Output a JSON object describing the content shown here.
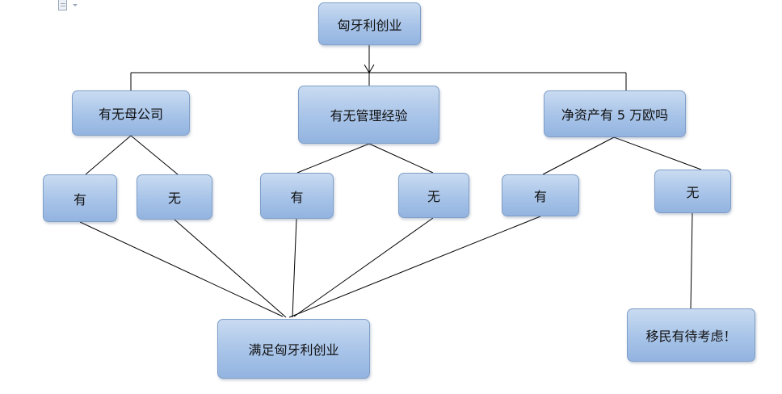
{
  "nodes": {
    "root": "匈牙利创业",
    "parent_company": "有无母公司",
    "management_experience": "有无管理经验",
    "net_assets": "净资产有 5 万欧吗",
    "pc_yes": "有",
    "pc_no": "无",
    "me_yes": "有",
    "me_no": "无",
    "na_yes": "有",
    "na_no": "无",
    "eligible": "满足匈牙利创业",
    "immigration_pending": "移民有待考虑！"
  },
  "colors": {
    "box_top": "#c9dbf1",
    "box_bottom": "#93b4e0",
    "box_border": "#7f9fc8",
    "connector": "#000000"
  },
  "icons": [
    "document-icon",
    "dropdown-caret-icon"
  ]
}
